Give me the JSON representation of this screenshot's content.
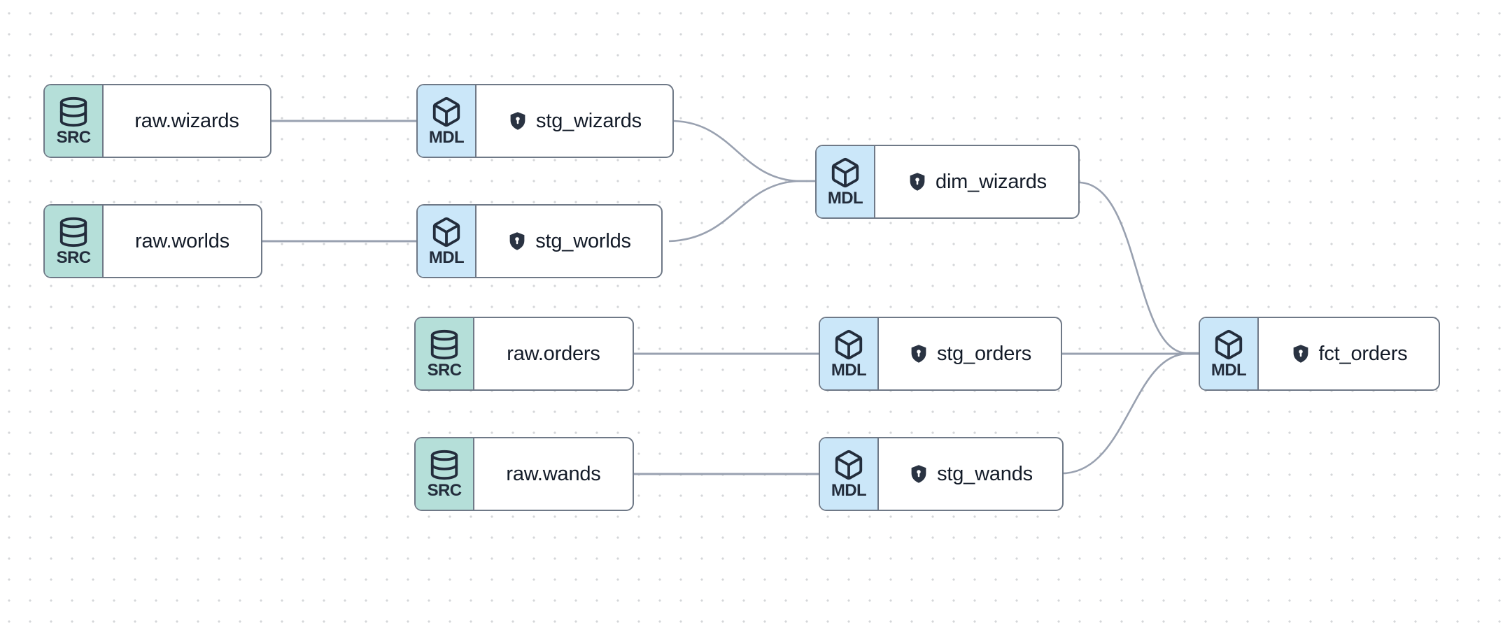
{
  "diagram": {
    "type": "data-lineage-dag",
    "colors": {
      "source_badge_bg": "#b5dfd9",
      "model_badge_bg": "#cbe7f9",
      "node_border": "#6f7987",
      "edge": "#99a1b0",
      "text": "#131b28",
      "shield_fill": "#2a3342",
      "canvas_dot": "#d4d6d9"
    },
    "nodes": [
      {
        "id": "raw_wizards",
        "type": "source",
        "badge_label": "SRC",
        "icon": "database-icon",
        "label": "raw.wizards",
        "protected": false
      },
      {
        "id": "stg_wizards",
        "type": "model",
        "badge_label": "MDL",
        "icon": "cube-icon",
        "label": "stg_wizards",
        "protected": true
      },
      {
        "id": "raw_worlds",
        "type": "source",
        "badge_label": "SRC",
        "icon": "database-icon",
        "label": "raw.worlds",
        "protected": false
      },
      {
        "id": "stg_worlds",
        "type": "model",
        "badge_label": "MDL",
        "icon": "cube-icon",
        "label": "stg_worlds",
        "protected": true
      },
      {
        "id": "dim_wizards",
        "type": "model",
        "badge_label": "MDL",
        "icon": "cube-icon",
        "label": "dim_wizards",
        "protected": true
      },
      {
        "id": "raw_orders",
        "type": "source",
        "badge_label": "SRC",
        "icon": "database-icon",
        "label": "raw.orders",
        "protected": false
      },
      {
        "id": "stg_orders",
        "type": "model",
        "badge_label": "MDL",
        "icon": "cube-icon",
        "label": "stg_orders",
        "protected": true
      },
      {
        "id": "raw_wands",
        "type": "source",
        "badge_label": "SRC",
        "icon": "database-icon",
        "label": "raw.wands",
        "protected": false
      },
      {
        "id": "stg_wands",
        "type": "model",
        "badge_label": "MDL",
        "icon": "cube-icon",
        "label": "stg_wands",
        "protected": true
      },
      {
        "id": "fct_orders",
        "type": "model",
        "badge_label": "MDL",
        "icon": "cube-icon",
        "label": "fct_orders",
        "protected": true
      }
    ],
    "edges": [
      {
        "from": "raw_wizards",
        "to": "stg_wizards"
      },
      {
        "from": "raw_worlds",
        "to": "stg_worlds"
      },
      {
        "from": "stg_wizards",
        "to": "dim_wizards"
      },
      {
        "from": "stg_worlds",
        "to": "dim_wizards"
      },
      {
        "from": "raw_orders",
        "to": "stg_orders"
      },
      {
        "from": "raw_wands",
        "to": "stg_wands"
      },
      {
        "from": "dim_wizards",
        "to": "fct_orders"
      },
      {
        "from": "stg_orders",
        "to": "fct_orders"
      },
      {
        "from": "stg_wands",
        "to": "fct_orders"
      }
    ]
  }
}
